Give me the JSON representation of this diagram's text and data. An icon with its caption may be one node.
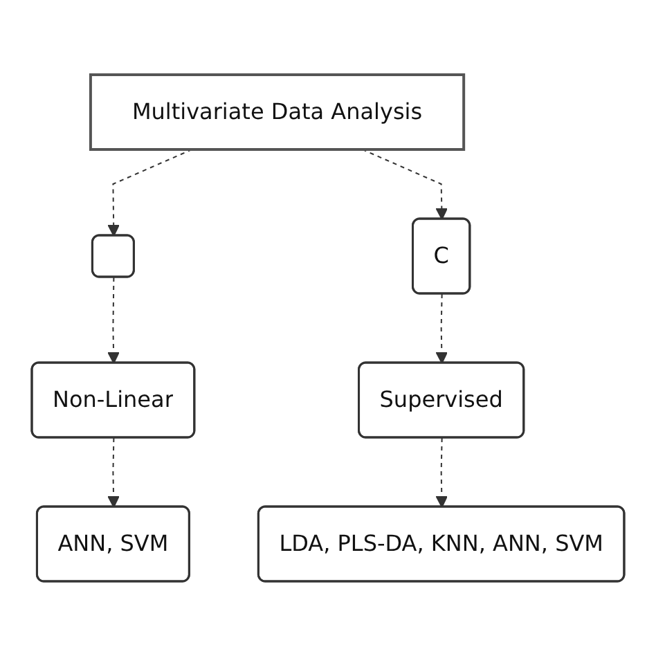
{
  "diagram": {
    "nodes": [
      {
        "text": [
          "Multivariate Data Analysis"
        ]
      },
      {
        "text": [],
        "shape": "box"
      },
      {
        "text": [
          "C"
        ]
      },
      {
        "text": [
          "Non-Linear"
        ]
      },
      {
        "text": [
          "Supervised"
        ]
      },
      {
        "text": [
          "ANN, SVM"
        ]
      },
      {
        "text": [
          "LDA, PLS-DA, KNN, ANN, SVM"
        ]
      }
    ],
    "edges": [
      {
        "from": 0,
        "to": 1,
        "arrow": "to",
        "style": "dashed"
      },
      {
        "from": 0,
        "to": 2,
        "arrow": "to",
        "style": "dashed"
      },
      {
        "from": 1,
        "to": 3,
        "arrow": "to",
        "style": "dashed"
      },
      {
        "from": 2,
        "to": 4,
        "arrow": "to",
        "style": "dashed"
      },
      {
        "from": 3,
        "to": 5,
        "arrow": "to",
        "style": "dashed"
      },
      {
        "from": 4,
        "to": 6,
        "arrow": "to",
        "style": "dashed"
      }
    ]
  }
}
